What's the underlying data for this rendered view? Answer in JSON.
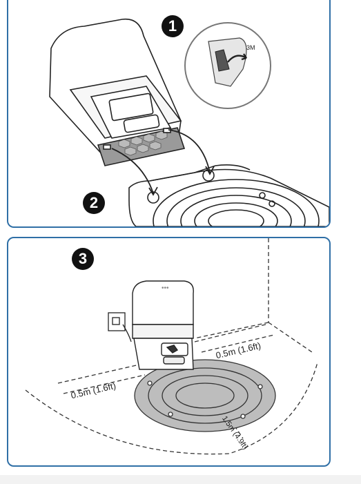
{
  "steps": {
    "step1": "1",
    "step2": "2",
    "step3": "3"
  },
  "callout": {
    "tape_label": "3M"
  },
  "dimensions": {
    "left_clearance": "0.5m (1.6ft)",
    "right_clearance": "0.5m (1.6ft)",
    "front_clearance": "1.5m (4.9ft)"
  },
  "colors": {
    "panel_border": "#2f6fa6",
    "line": "#222222",
    "ramp_fill": "#bdbdbd"
  }
}
